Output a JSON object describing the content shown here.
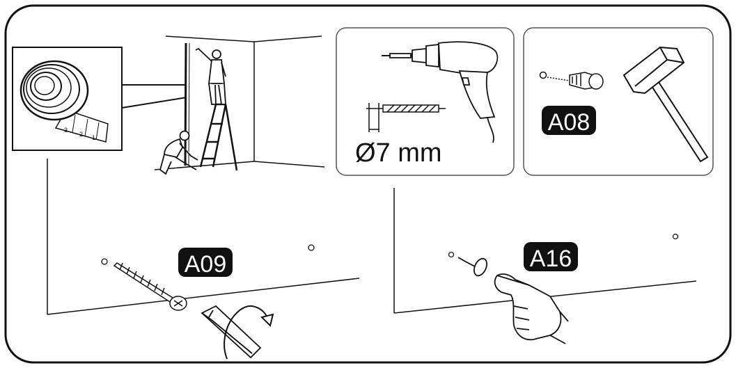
{
  "labels": {
    "drill_size": "Ø7 mm",
    "wall_plug_code": "A08",
    "screw_code": "A09",
    "washer_code": "A16"
  },
  "tape_markings": [
    "3",
    "2",
    "1"
  ],
  "colors": {
    "ink": "#111111",
    "label_bg": "#111111",
    "label_text": "#ffffff",
    "panel_border": "#555555",
    "background": "#ffffff"
  },
  "icons": [
    "measuring-tape-icon",
    "people-measuring-wall-icon",
    "power-drill-icon",
    "drill-bit-icon",
    "wall-plug-icon",
    "hammer-icon",
    "screw-icon",
    "screwdriver-icon",
    "rotation-arrow-icon",
    "washer-icon",
    "thumb-press-icon"
  ]
}
